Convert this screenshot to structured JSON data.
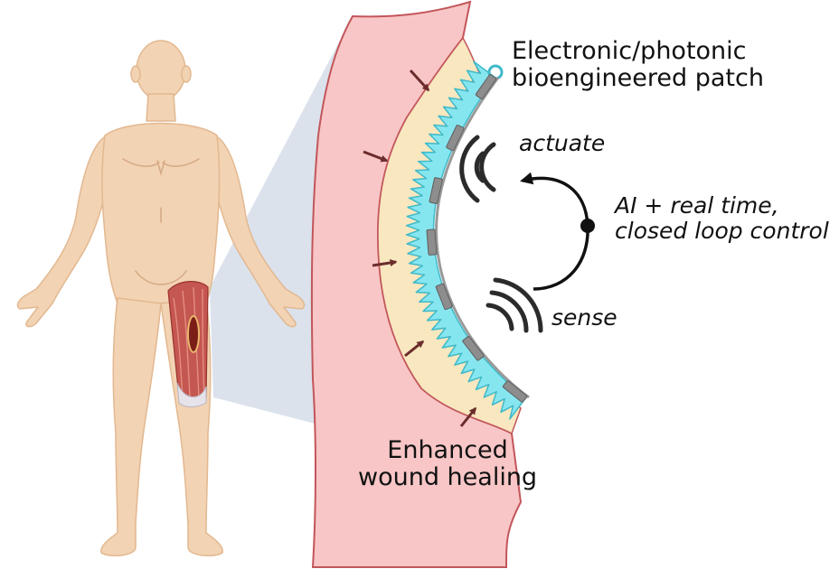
{
  "labels": {
    "patch": [
      "Electronic/photonic",
      "bioengineered patch"
    ],
    "actuate": "actuate",
    "ai": [
      "AI + real time,",
      "closed loop control"
    ],
    "sense": "sense",
    "wound": [
      "Enhanced",
      "wound healing"
    ]
  },
  "colors": {
    "skin_body": "#f2d3b4",
    "skin_outline": "#e2b890",
    "tissue_pink": "#f8c6c6",
    "tissue_edge": "#c2565b",
    "fat_layer": "#f8e7bf",
    "hydrogel_cyan": "#86e6f0",
    "hydrogel_edge": "#3fb9c8",
    "electronics_gray": "#8d8d8d",
    "arrow_brown": "#6b2c2c",
    "zoom_fan": "#d5dde9",
    "muscle_red": "#b9463f",
    "wound_dark": "#7b1e18",
    "signal_dark": "#2b2b2b"
  },
  "icons": [
    "human-figure-icon",
    "thigh-muscle-icon",
    "wound-icon",
    "patch-loop-icon",
    "actuate-wave-icon",
    "sense-wave-icon",
    "feedback-arrow-icon"
  ]
}
